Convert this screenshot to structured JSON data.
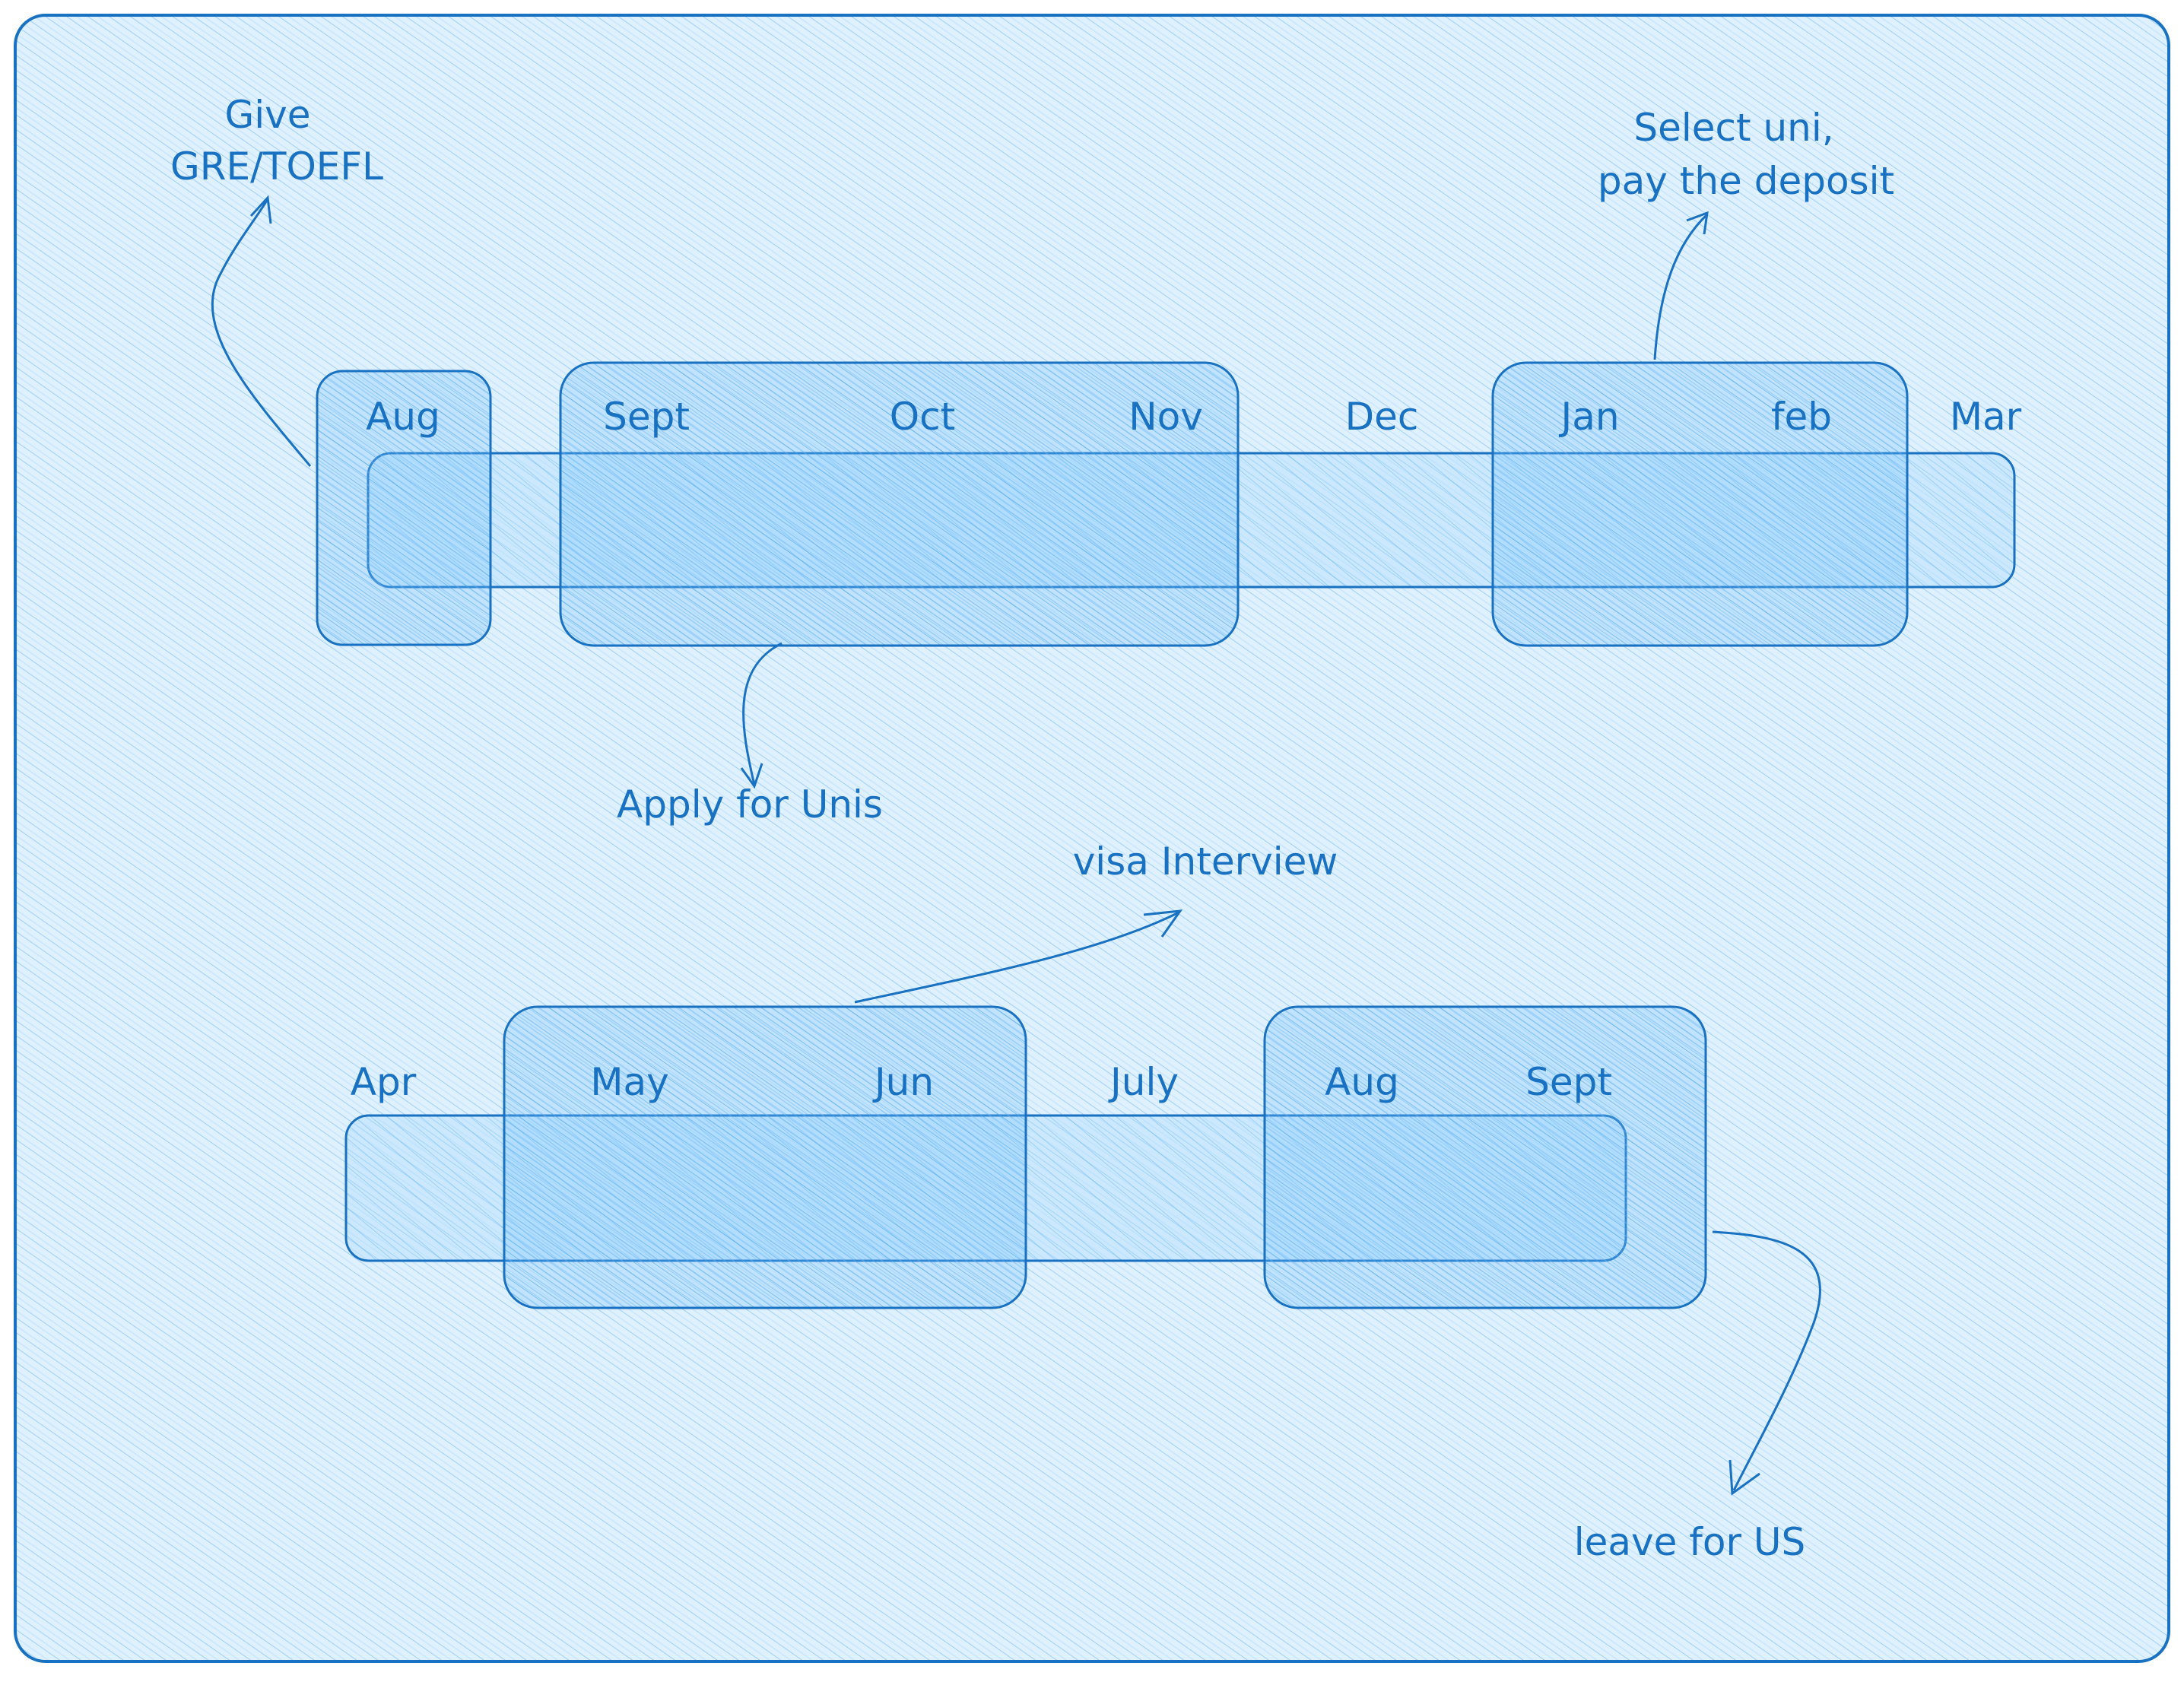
{
  "colors": {
    "stroke": "#1971c2",
    "fill_light": "#a5d8ff",
    "fill_box": "#74c0fc",
    "background": "#ffffff"
  },
  "timeline_1": {
    "months": {
      "aug": "Aug",
      "sept": "Sept",
      "oct": "Oct",
      "nov": "Nov",
      "dec": "Dec",
      "jan": "Jan",
      "feb": "feb",
      "mar": "Mar"
    },
    "notes": {
      "gre_line1": "Give",
      "gre_line2": "GRE/TOEFL",
      "apply": "Apply for Unis",
      "select_line1": "Select uni,",
      "select_line2": "pay the deposit"
    }
  },
  "timeline_2": {
    "months": {
      "apr": "Apr",
      "may": "May",
      "jun": "Jun",
      "july": "July",
      "aug": "Aug",
      "sept": "Sept"
    },
    "notes": {
      "visa": "visa Interview",
      "leave": "leave for US"
    }
  }
}
